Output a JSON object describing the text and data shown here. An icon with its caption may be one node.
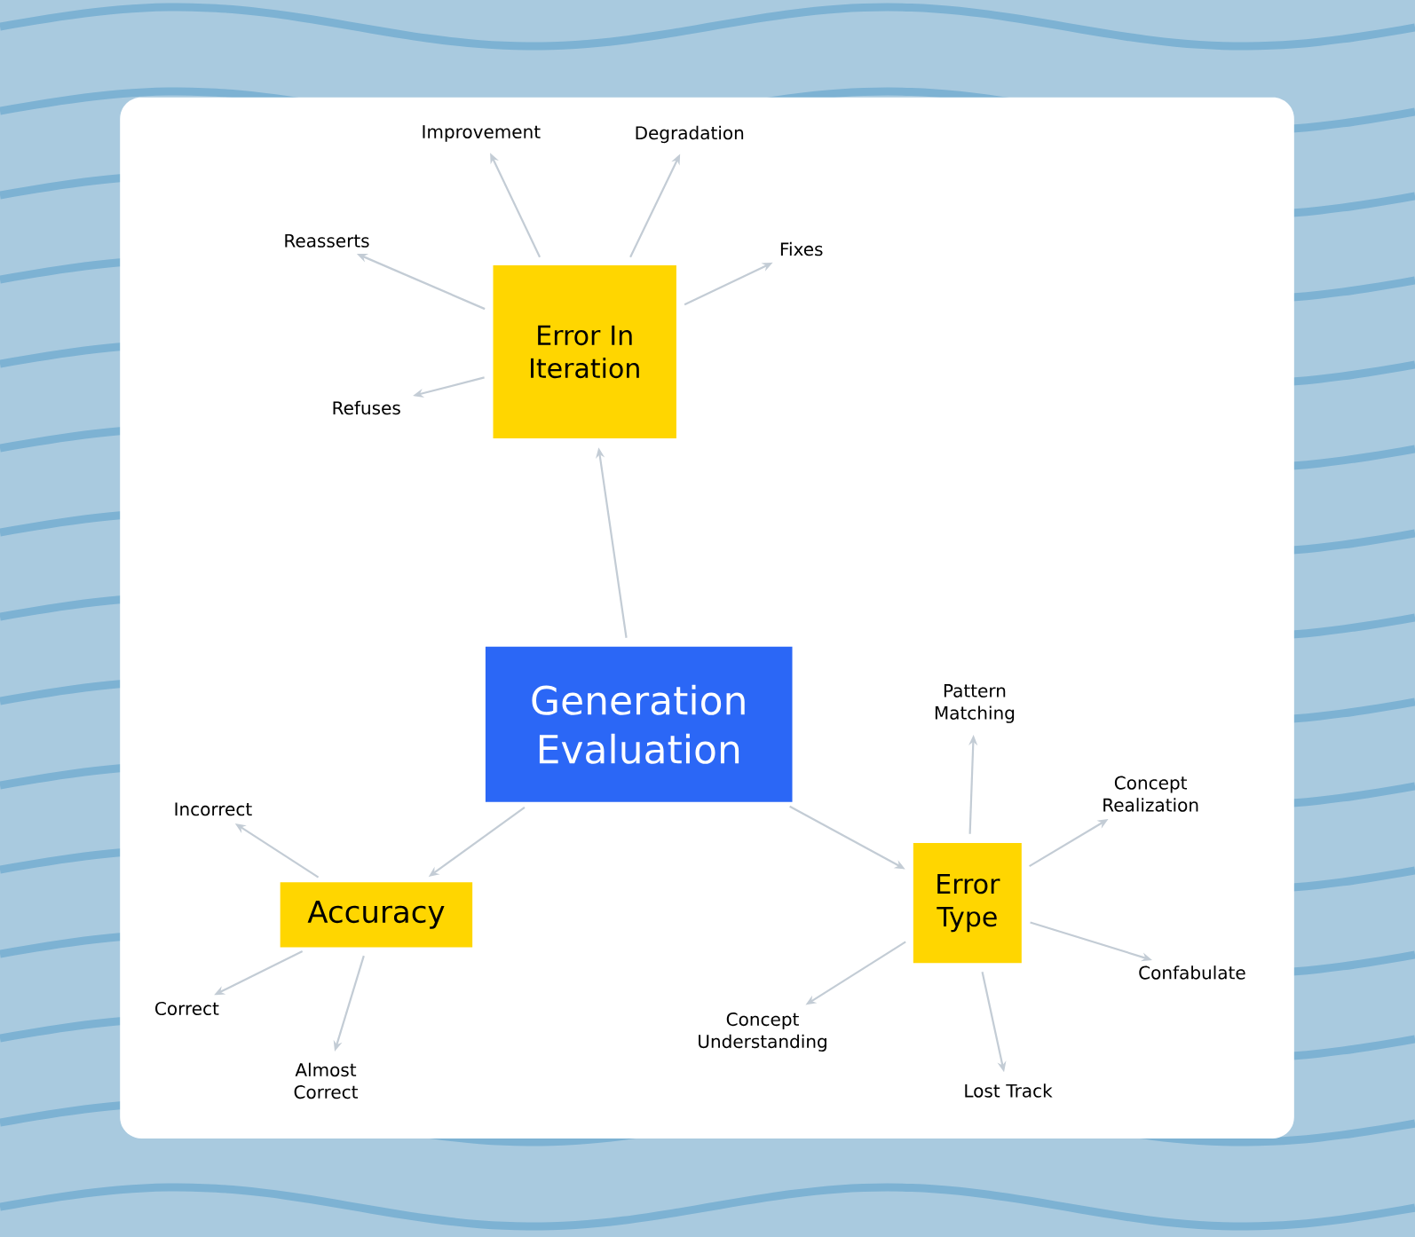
{
  "diagram": {
    "nodes": [
      {
        "text": [
          "Generation Evaluation"
        ]
      },
      {
        "text": [
          "Error In Iteration"
        ]
      },
      {
        "text": [
          "Accuracy"
        ]
      },
      {
        "text": [
          "Error Type"
        ]
      },
      {
        "text": [
          "Improvement"
        ]
      },
      {
        "text": [
          "Degradation"
        ]
      },
      {
        "text": [
          "Reasserts"
        ]
      },
      {
        "text": [
          "Fixes"
        ]
      },
      {
        "text": [
          "Refuses"
        ]
      },
      {
        "text": [
          "Incorrect"
        ]
      },
      {
        "text": [
          "Correct"
        ]
      },
      {
        "text": [
          "Almost Correct"
        ]
      },
      {
        "text": [
          "Pattern Matching"
        ]
      },
      {
        "text": [
          "Concept Realization"
        ]
      },
      {
        "text": [
          "Confabulate"
        ]
      },
      {
        "text": [
          "Concept Understanding"
        ]
      },
      {
        "text": [
          "Lost Track"
        ]
      }
    ],
    "edges": [
      {
        "from": 0,
        "to": 1,
        "arrow": "to"
      },
      {
        "from": 0,
        "to": 2,
        "arrow": "to"
      },
      {
        "from": 0,
        "to": 3,
        "arrow": "to"
      },
      {
        "from": 1,
        "to": 4,
        "arrow": "to"
      },
      {
        "from": 1,
        "to": 5,
        "arrow": "to"
      },
      {
        "from": 1,
        "to": 6,
        "arrow": "to"
      },
      {
        "from": 1,
        "to": 7,
        "arrow": "to"
      },
      {
        "from": 1,
        "to": 8,
        "arrow": "to"
      },
      {
        "from": 2,
        "to": 9,
        "arrow": "to"
      },
      {
        "from": 2,
        "to": 10,
        "arrow": "to"
      },
      {
        "from": 2,
        "to": 11,
        "arrow": "to"
      },
      {
        "from": 3,
        "to": 12,
        "arrow": "to"
      },
      {
        "from": 3,
        "to": 13,
        "arrow": "to"
      },
      {
        "from": 3,
        "to": 14,
        "arrow": "to"
      },
      {
        "from": 3,
        "to": 15,
        "arrow": "to"
      },
      {
        "from": 3,
        "to": 16,
        "arrow": "to"
      }
    ]
  }
}
